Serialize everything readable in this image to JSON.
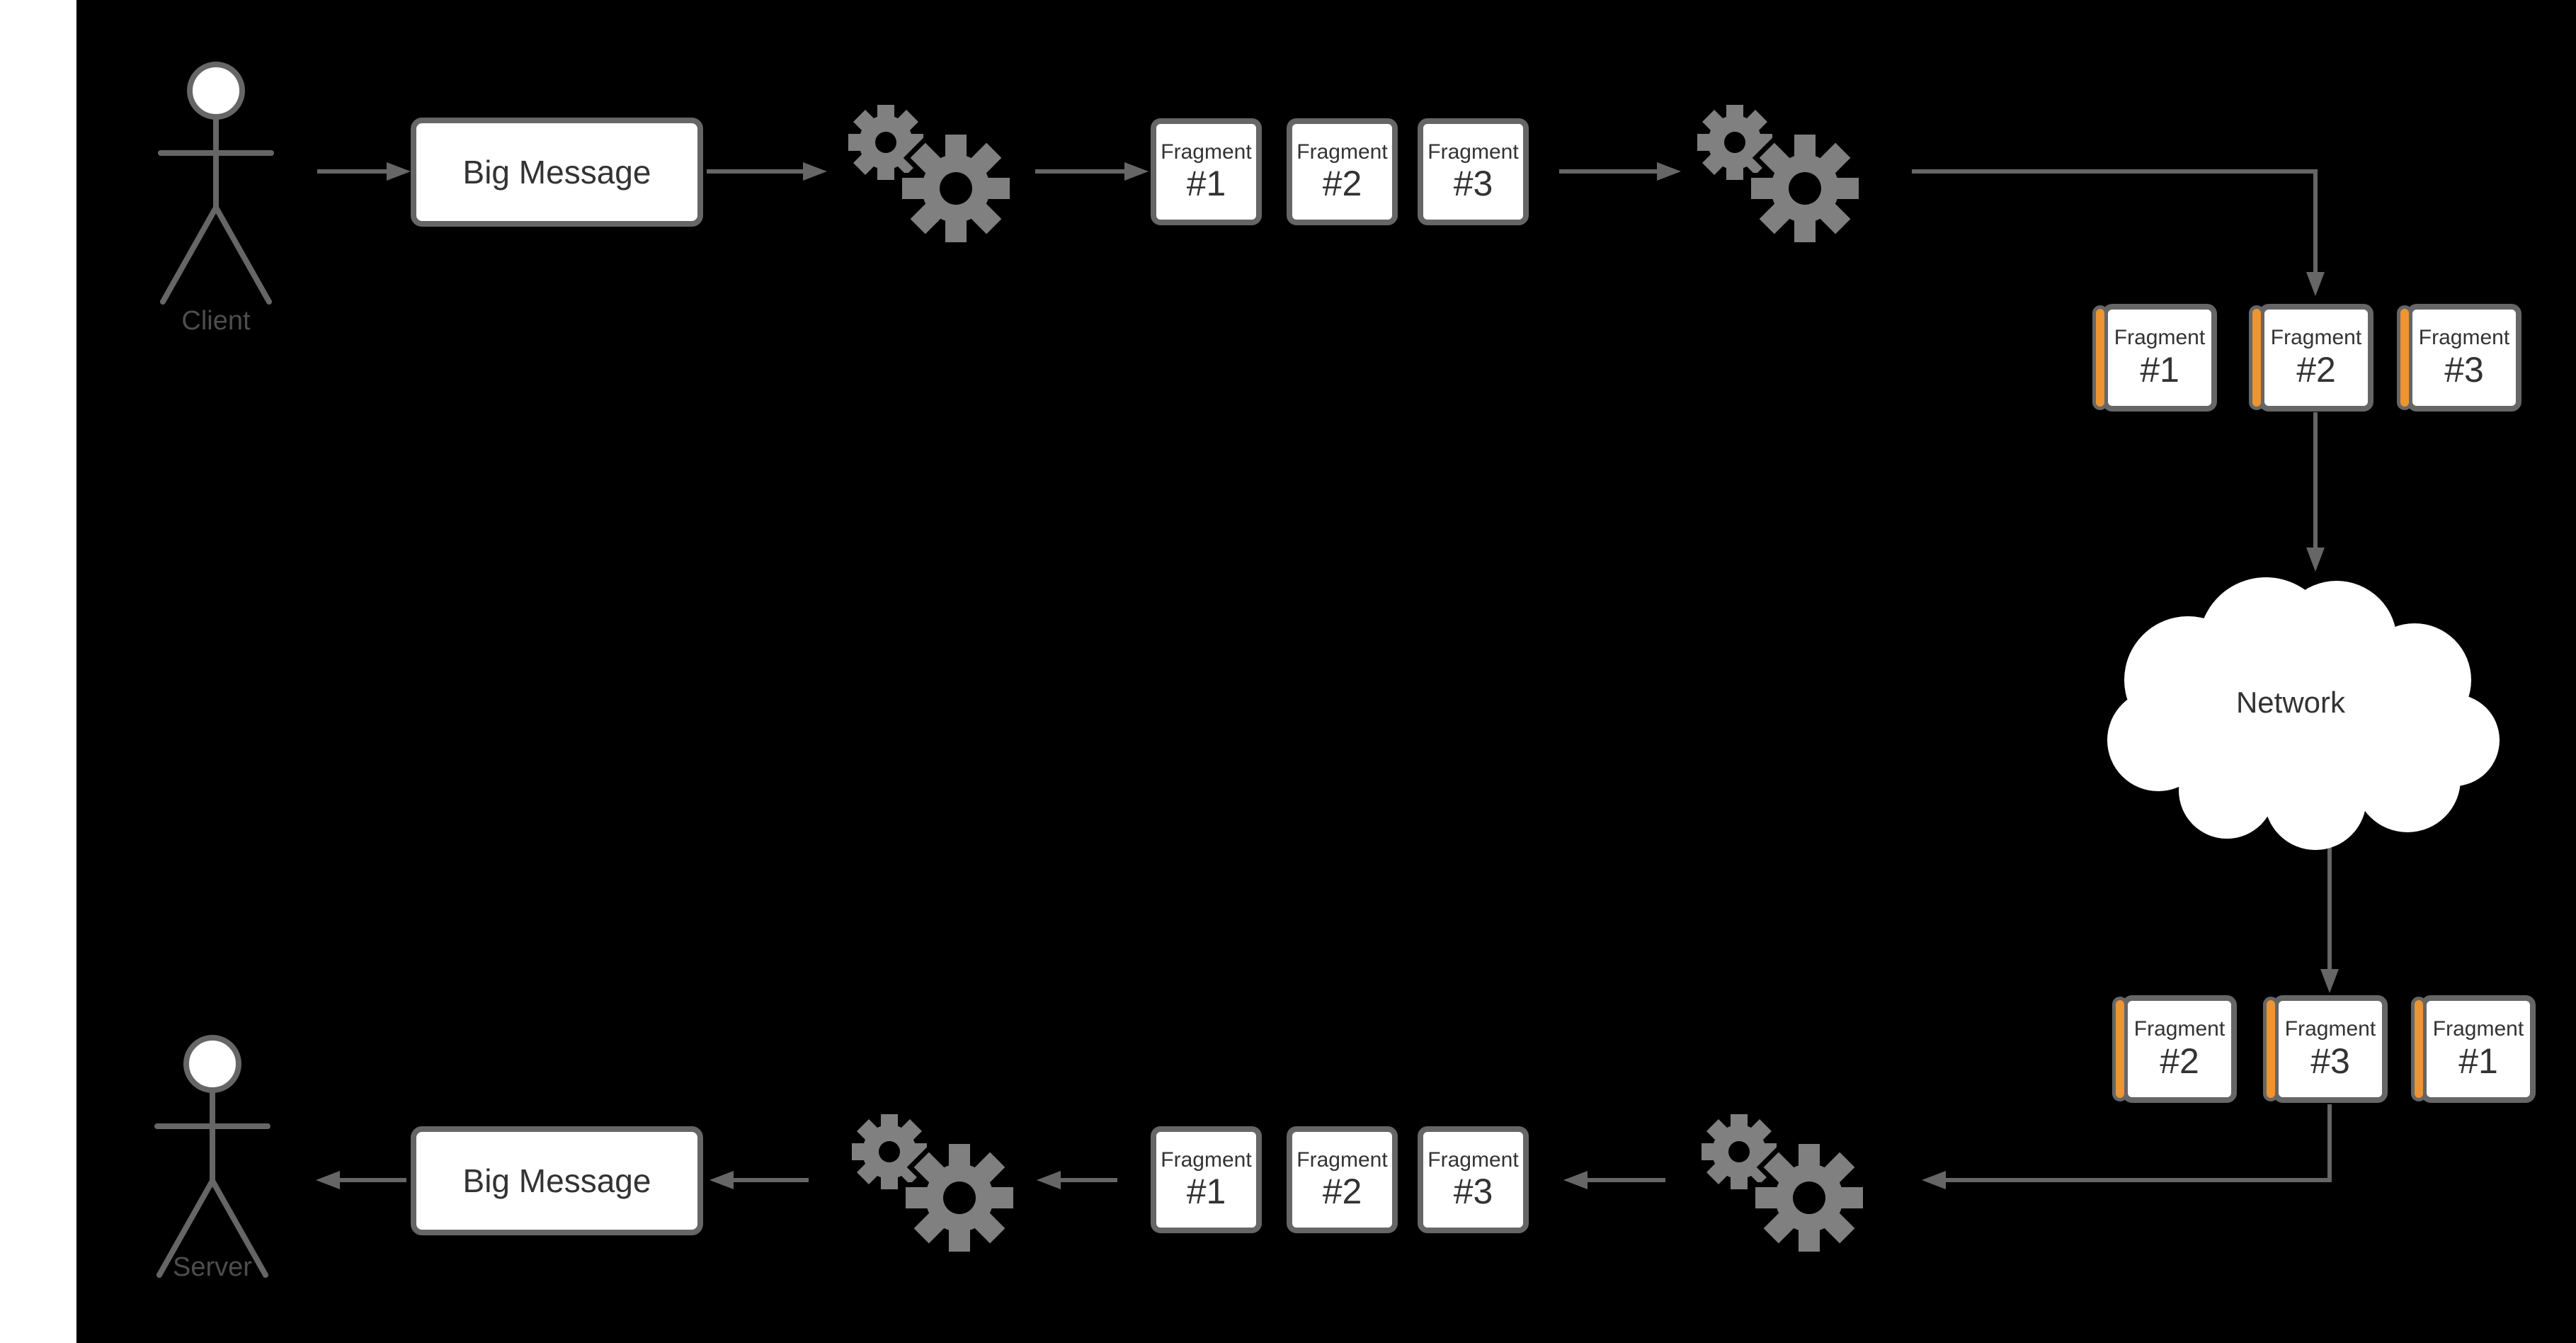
{
  "colors": {
    "background": "#000000",
    "page_strip": "#ffffff",
    "shape_fill": "#ffffff",
    "shape_border": "#666666",
    "shape_text": "#333333",
    "actor_label_text": "#4d4d4d",
    "connector": "#666666",
    "gear": "#808080",
    "fragment_tag_orange": "#ed9433"
  },
  "labels": {
    "client": "Client",
    "server": "Server",
    "big_message": "Big Message",
    "network": "Network"
  },
  "fragments": {
    "word": "Fragment",
    "top_row": [
      "#1",
      "#2",
      "#3"
    ],
    "tagged_sent_row": [
      "#1",
      "#2",
      "#3"
    ],
    "tagged_received_row": [
      "#2",
      "#3",
      "#1"
    ],
    "bottom_row": [
      "#1",
      "#2",
      "#3"
    ]
  },
  "icons": {
    "gears": "gears-icon",
    "client_actor": "stick-figure-icon",
    "server_actor": "stick-figure-icon",
    "network": "cloud-icon"
  }
}
